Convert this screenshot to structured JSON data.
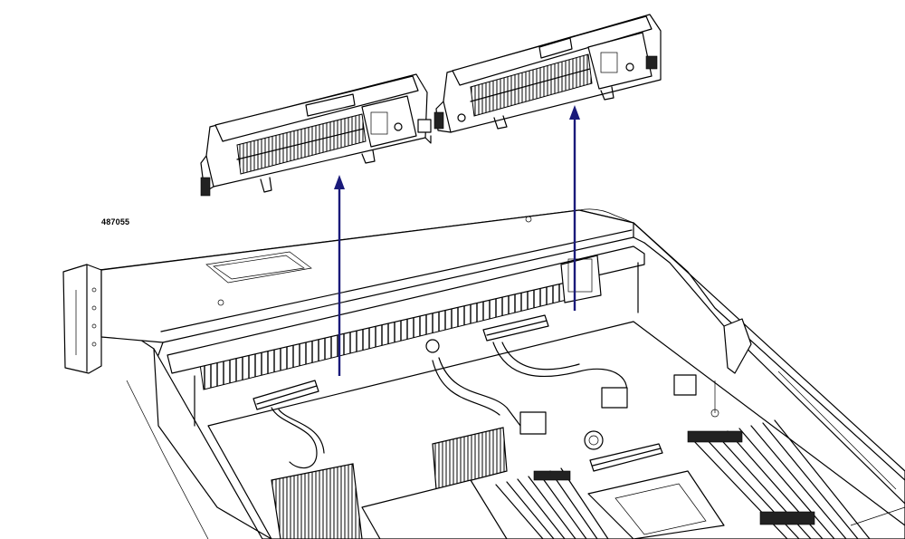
{
  "figure": {
    "id_label": "487055",
    "arrow_color": "#1a1a7a"
  },
  "icons": [
    "riser-cage",
    "lift-arrow",
    "server-chassis",
    "motherboard",
    "dimm-slots",
    "heatsink"
  ]
}
